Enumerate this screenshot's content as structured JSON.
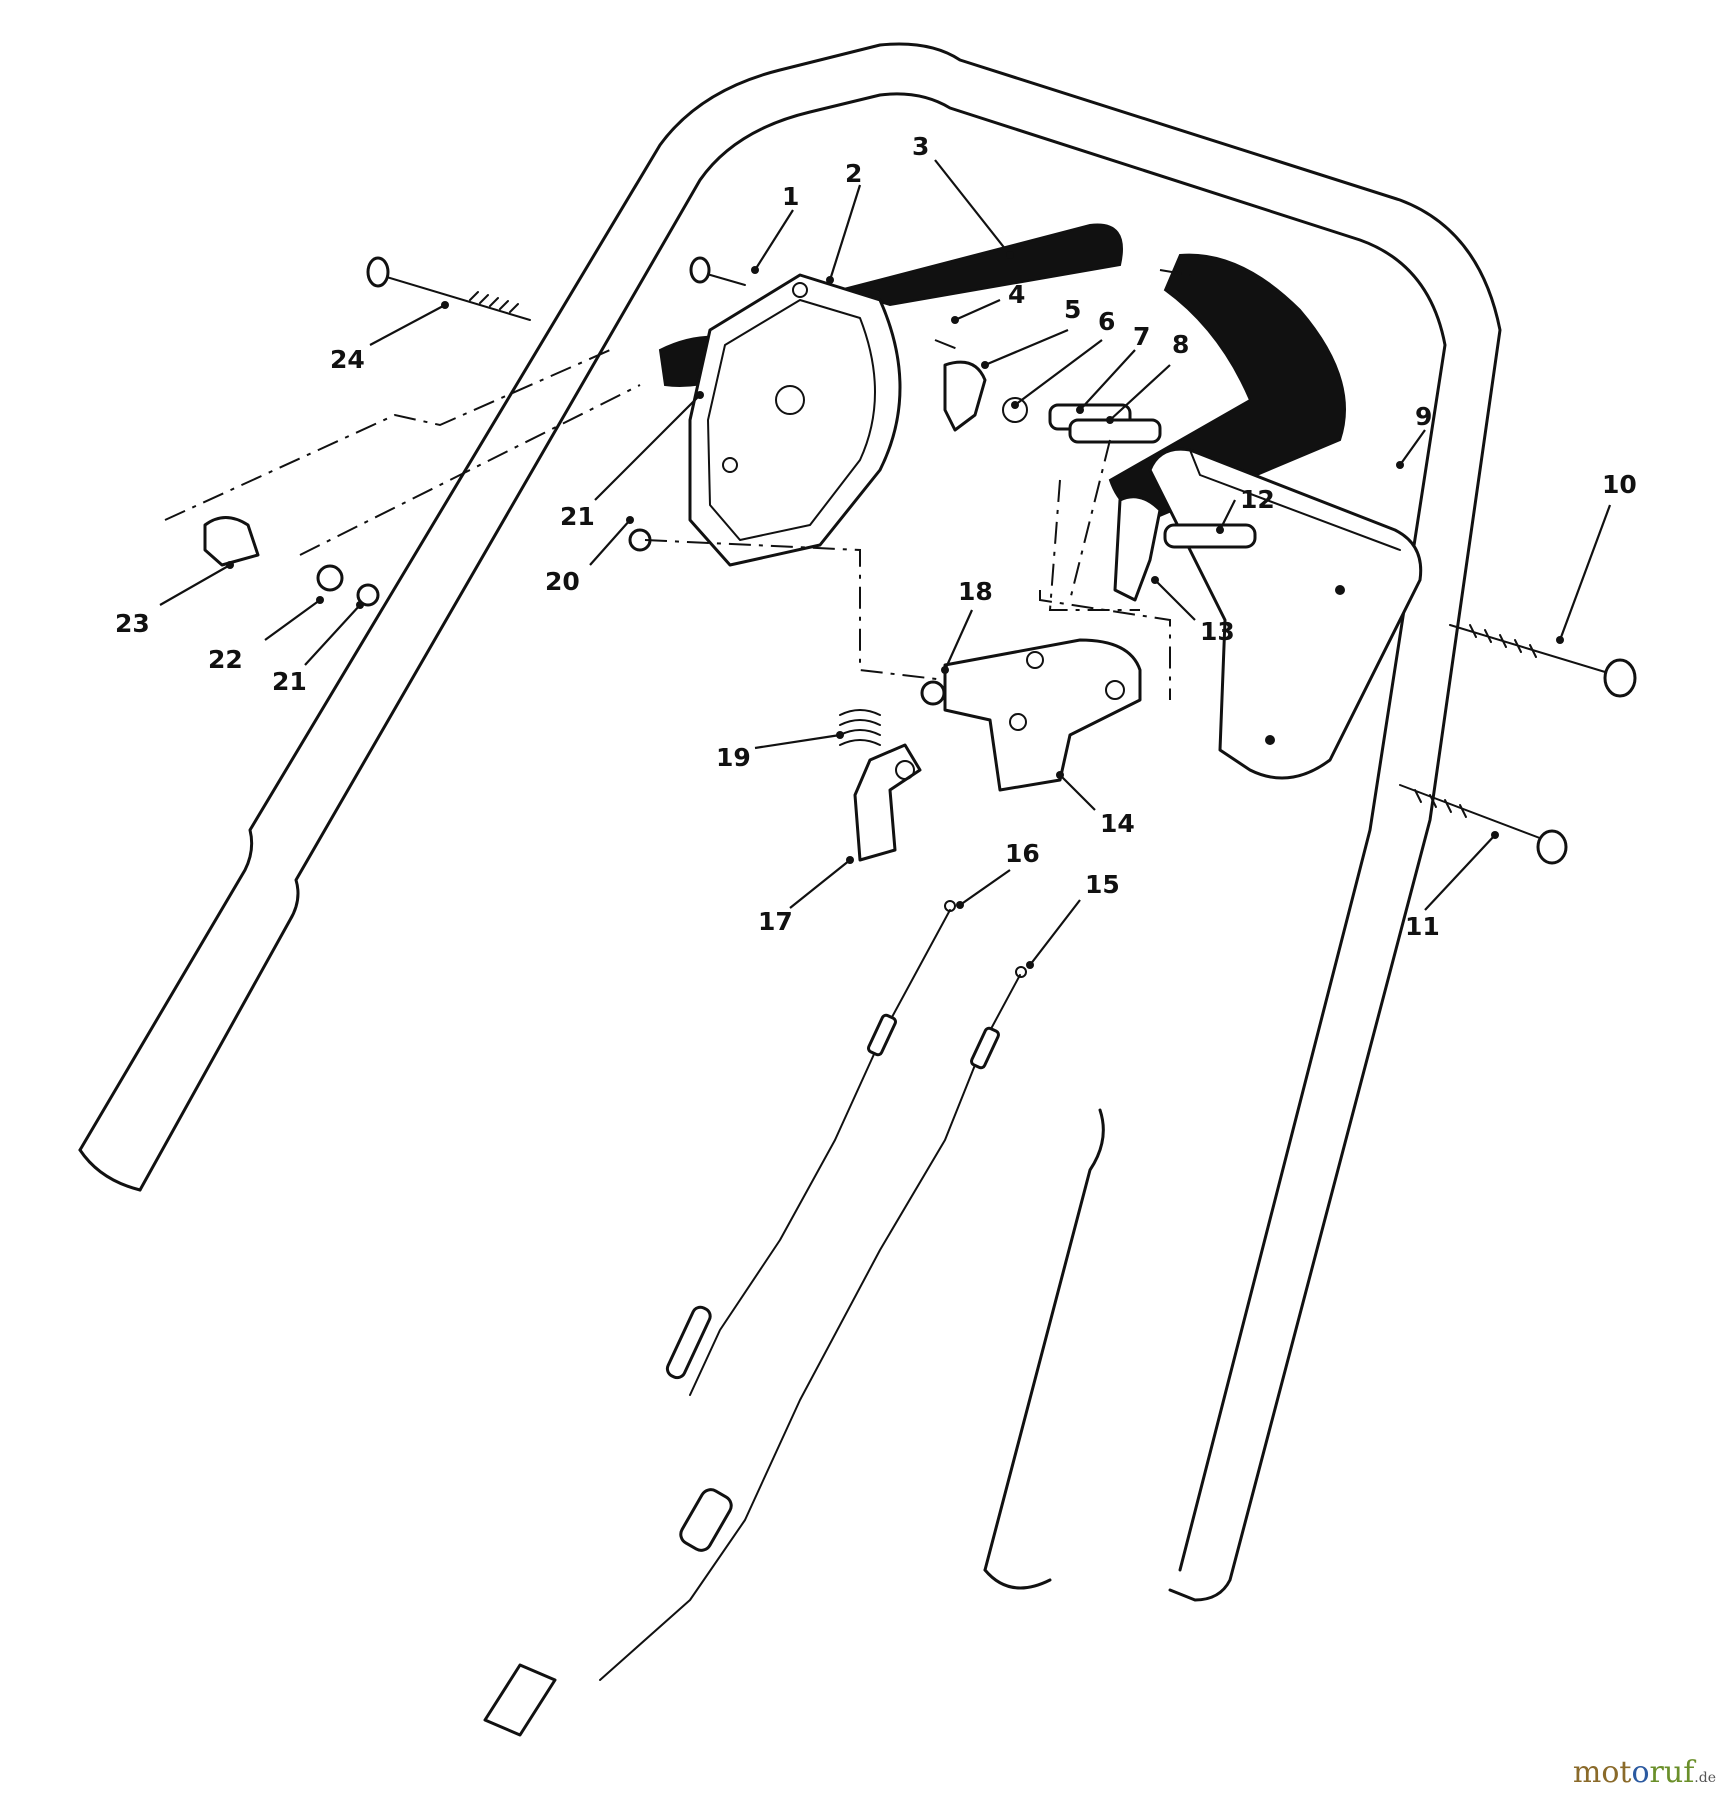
{
  "callouts": [
    {
      "id": "1"
    },
    {
      "id": "2"
    },
    {
      "id": "3"
    },
    {
      "id": "4"
    },
    {
      "id": "5"
    },
    {
      "id": "6"
    },
    {
      "id": "7"
    },
    {
      "id": "8"
    },
    {
      "id": "9"
    },
    {
      "id": "10"
    },
    {
      "id": "11"
    },
    {
      "id": "12"
    },
    {
      "id": "13"
    },
    {
      "id": "14"
    },
    {
      "id": "15"
    },
    {
      "id": "16"
    },
    {
      "id": "17"
    },
    {
      "id": "18"
    },
    {
      "id": "19"
    },
    {
      "id": "20"
    },
    {
      "id": "21"
    },
    {
      "id": "21"
    },
    {
      "id": "22"
    },
    {
      "id": "23"
    },
    {
      "id": "24"
    }
  ],
  "watermark": {
    "part1": "mot",
    "part2": "o",
    "part3": "ruf",
    "suffix": ".de"
  }
}
